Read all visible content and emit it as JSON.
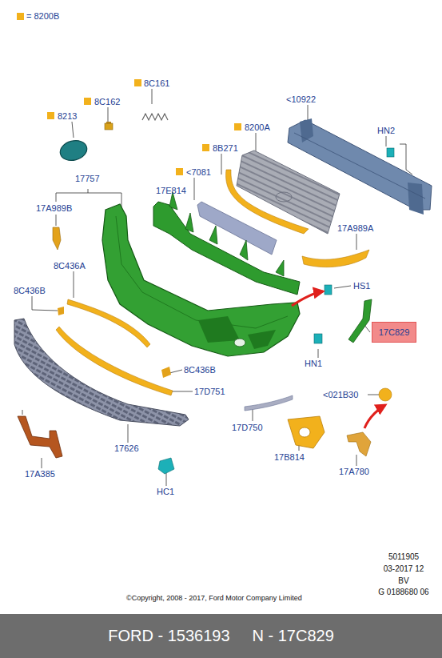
{
  "diagram": {
    "nodes": [
      {
        "text": [
          "17C829"
        ]
      },
      {
        "text": [
          "FORD - 1536193",
          "N - 17C829"
        ]
      }
    ],
    "labels": [
      "8C161",
      "8C162",
      "8213",
      "<10922",
      "HN2",
      "8200A",
      "8B271",
      "17757",
      "<7081",
      "17E814",
      "17A989B",
      "17A989A",
      "8C436A",
      "HS1",
      "8C436B",
      "HN1",
      "8C436B",
      "17D751",
      "<021B30",
      "17D750",
      "17626",
      "17B814",
      "17A780",
      "17A385",
      "HC1",
      "5011905",
      "03-2017 12",
      "BV",
      "G 0188680 06",
      "©Copyright, 2008 - 2017, Ford Motor Company Limited"
    ],
    "legend": [
      {
        "text": "= 8200B",
        "color": "#f2b11c"
      }
    ]
  }
}
